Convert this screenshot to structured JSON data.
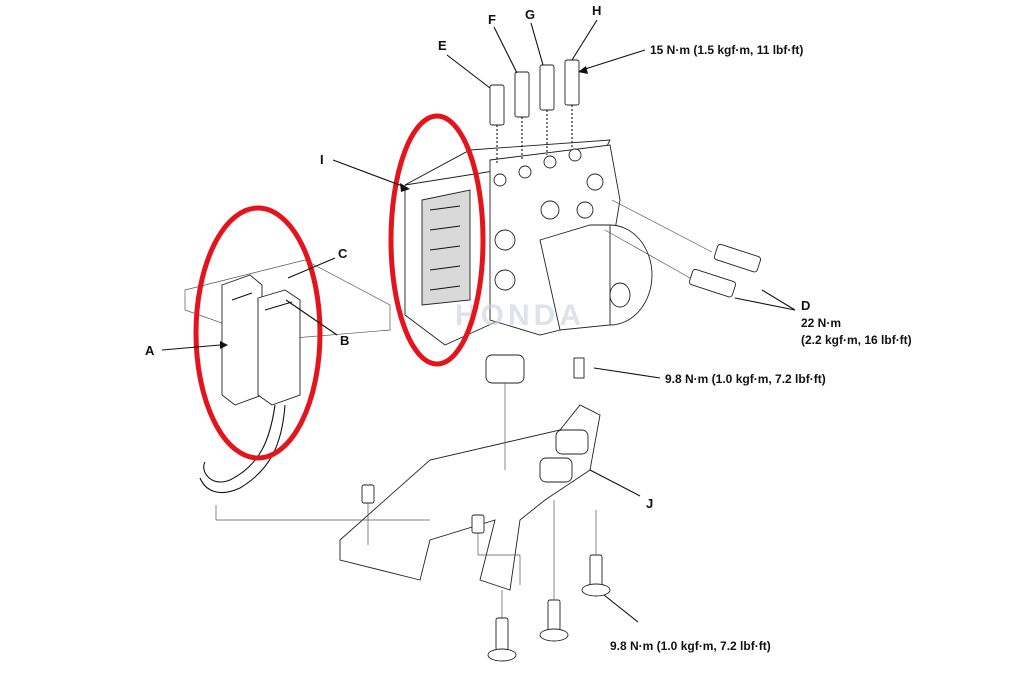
{
  "labels": {
    "A": "A",
    "B": "B",
    "C": "C",
    "D": "D",
    "E": "E",
    "F": "F",
    "G": "G",
    "H": "H",
    "I": "I",
    "J": "J"
  },
  "torques": {
    "bleeders_top": "15 N·m (1.5 kgf·m, 11 lbf·ft)",
    "D_line1": "22 N·m",
    "D_line2": "(2.2 kgf·m, 16 lbf·ft)",
    "bracket_bolt": "9.8 N·m (1.0 kgf·m, 7.2 lbf·ft)",
    "bottom_bolts": "9.8 N·m (1.0 kgf·m, 7.2 lbf·ft)"
  },
  "watermark": "HONDA",
  "colors": {
    "highlight_ring": "#e3141b",
    "line": "#111111"
  }
}
